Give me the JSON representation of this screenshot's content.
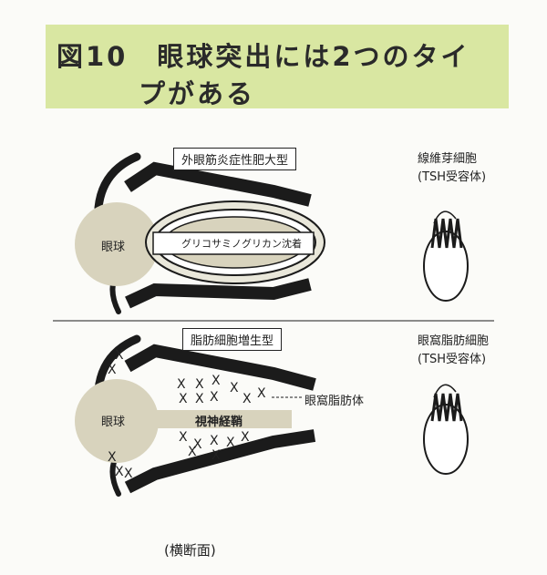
{
  "title": {
    "line1": "図10　眼球突出には2つのタイ",
    "line2": "プがある"
  },
  "top": {
    "type_label": "外眼筋炎症性肥大型",
    "eyeball_label": "眼球",
    "deposit_label": "グリコサミノグリカン沈着",
    "cell_label": "線維芽細胞",
    "cell_sub": "(TSH受容体)"
  },
  "bottom": {
    "type_label": "脂肪細胞増生型",
    "eyeball_label": "眼球",
    "nerve_label": "視神経鞘",
    "fat_label": "眼窩脂肪体",
    "cell_label": "眼窩脂肪細胞",
    "cell_sub": "(TSH受容体)",
    "fat_mark": "X"
  },
  "caption": "(横断面)",
  "colors": {
    "band": "#d9e7a2",
    "eyeball": "#d8d3bd",
    "muscle": "#e4e2d2",
    "ink": "#1b1b1b"
  }
}
